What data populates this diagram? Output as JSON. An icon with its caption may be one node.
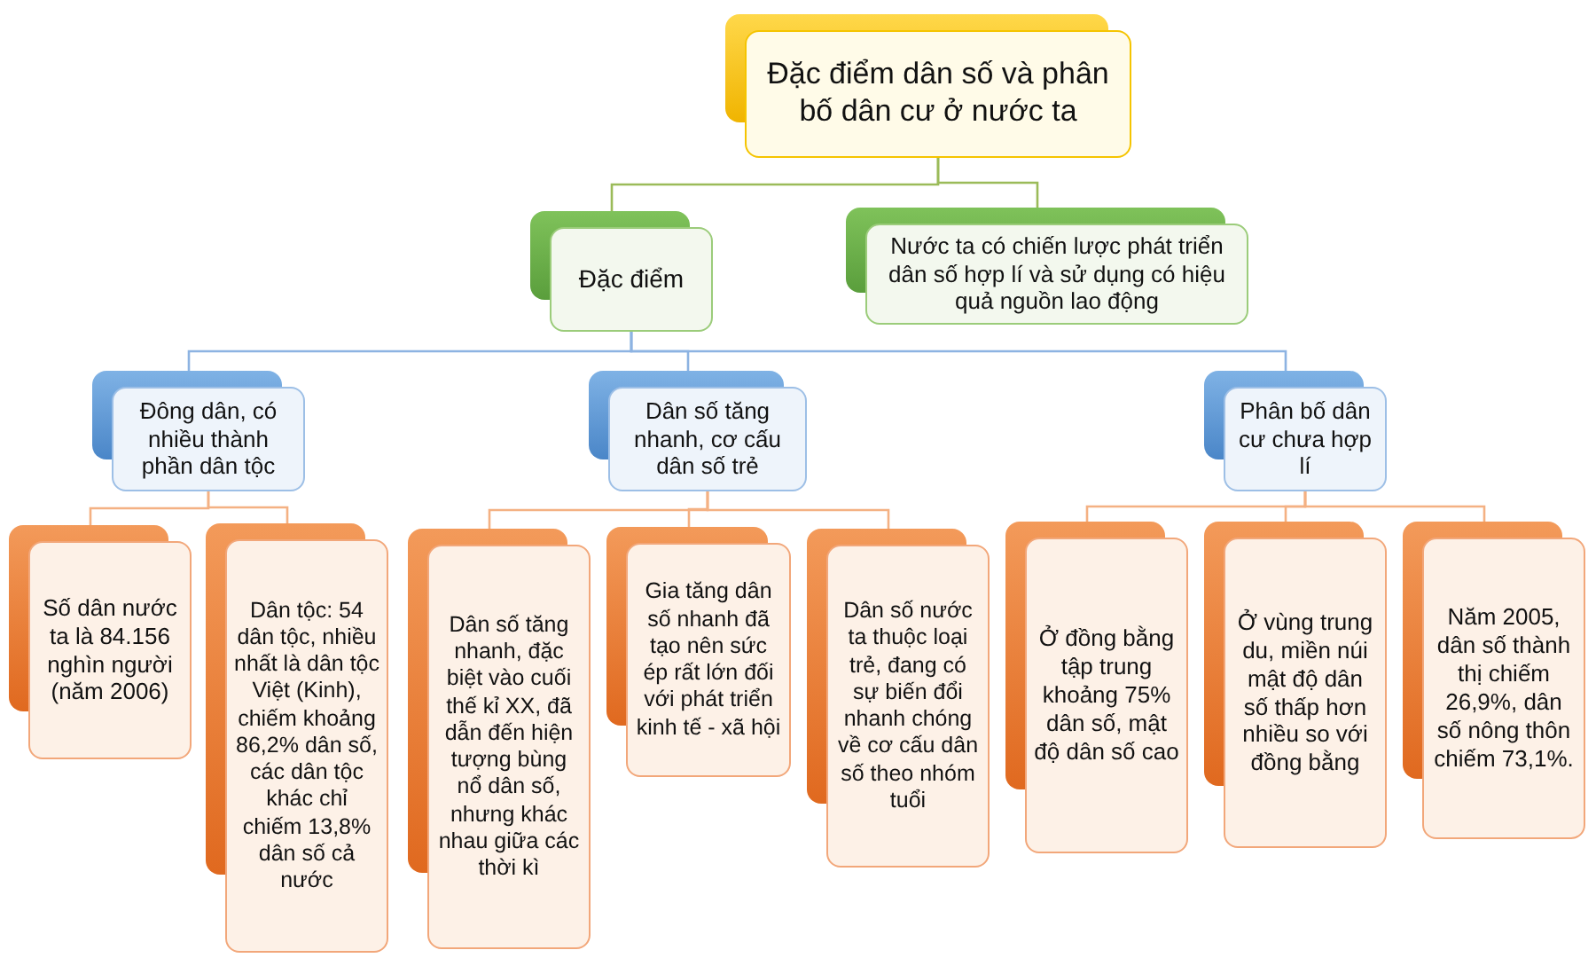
{
  "diagram": {
    "nodes": [
      {
        "text": [
          "Đặc điểm dân số và phân bố dân cư ở nước ta"
        ]
      },
      {
        "text": [
          "Đặc điểm"
        ]
      },
      {
        "text": [
          "Nước ta có chiến lược phát triển dân số hợp lí và sử dụng có hiệu quả nguồn lao động"
        ]
      },
      {
        "text": [
          "Đông dân, có nhiều thành phần dân tộc"
        ]
      },
      {
        "text": [
          "Dân số tăng nhanh, cơ cấu dân số trẻ"
        ]
      },
      {
        "text": [
          "Phân bố dân cư chưa hợp lí"
        ]
      },
      {
        "text": [
          "Số dân nước ta là 84.156 nghìn người (năm 2006)"
        ]
      },
      {
        "text": [
          "Dân tộc: 54 dân tộc, nhiều nhất là dân tộc Việt (Kinh), chiếm khoảng 86,2% dân số, các dân tộc khác chỉ chiếm 13,8% dân số cả nước"
        ]
      },
      {
        "text": [
          "Dân số tăng nhanh, đặc biệt vào cuối thế kỉ XX, đã dẫn đến hiện tượng bùng nổ dân số, nhưng khác nhau giữa các thời kì"
        ]
      },
      {
        "text": [
          "Gia tăng dân số nhanh đã tạo nên sức ép rất lớn đối với phát triển kinh tế - xã hội"
        ]
      },
      {
        "text": [
          "Dân số nước ta thuộc loại trẻ, đang có sự biến đổi nhanh chóng về cơ cấu dân số theo nhóm tuổi"
        ]
      },
      {
        "text": [
          "Ở đồng bằng tập trung khoảng 75% dân số, mật độ dân số cao"
        ]
      },
      {
        "text": [
          "Ở vùng trung du, miền núi mật độ dân số thấp hơn nhiều so với đồng bằng"
        ]
      },
      {
        "text": [
          "Năm 2005, dân số thành thị chiếm 26,9%, dân số nông thôn chiếm 73,1%."
        ]
      }
    ],
    "edges": [
      {
        "from": 0,
        "to": 1,
        "arrow": "none",
        "color": "#9bbb59"
      },
      {
        "from": 0,
        "to": 2,
        "arrow": "none",
        "color": "#9bbb59"
      },
      {
        "from": 1,
        "to": 3,
        "arrow": "none",
        "color": "#8db3e2"
      },
      {
        "from": 1,
        "to": 4,
        "arrow": "none",
        "color": "#8db3e2"
      },
      {
        "from": 1,
        "to": 5,
        "arrow": "none",
        "color": "#8db3e2"
      },
      {
        "from": 3,
        "to": 6,
        "arrow": "none"
      },
      {
        "from": 3,
        "to": 7,
        "arrow": "none"
      },
      {
        "from": 4,
        "to": 8,
        "arrow": "none"
      },
      {
        "from": 4,
        "to": 9,
        "arrow": "none"
      },
      {
        "from": 4,
        "to": 10,
        "arrow": "none"
      },
      {
        "from": 5,
        "to": 11,
        "arrow": "none"
      },
      {
        "from": 5,
        "to": 12,
        "arrow": "none"
      },
      {
        "from": 5,
        "to": 13,
        "arrow": "none"
      }
    ]
  }
}
